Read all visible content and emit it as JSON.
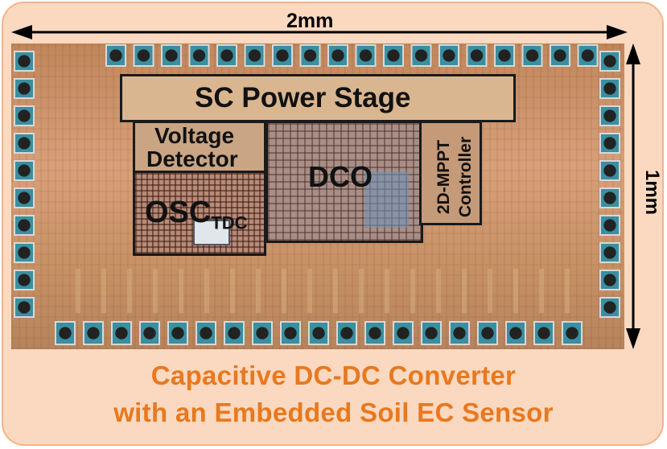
{
  "dimensions": {
    "width_label": "2mm",
    "height_label": "1mm"
  },
  "blocks": {
    "sc_power_stage": "SC Power Stage",
    "voltage_detector_line1": "Voltage",
    "voltage_detector_line2": "Detector",
    "dco": "DCO",
    "osc_main": "OSC",
    "osc_sub": "TDC",
    "mppt_line1": "2D-MPPT",
    "mppt_line2": "Controller"
  },
  "caption": {
    "line1": "Capacitive DC-DC Converter",
    "line2": "with an Embedded Soil EC Sensor"
  },
  "colors": {
    "frame_fill": "#fbd9c0",
    "caption_text": "#e8781f",
    "die_copper": "#c69065",
    "pad_teal": "#3a8fa0"
  }
}
